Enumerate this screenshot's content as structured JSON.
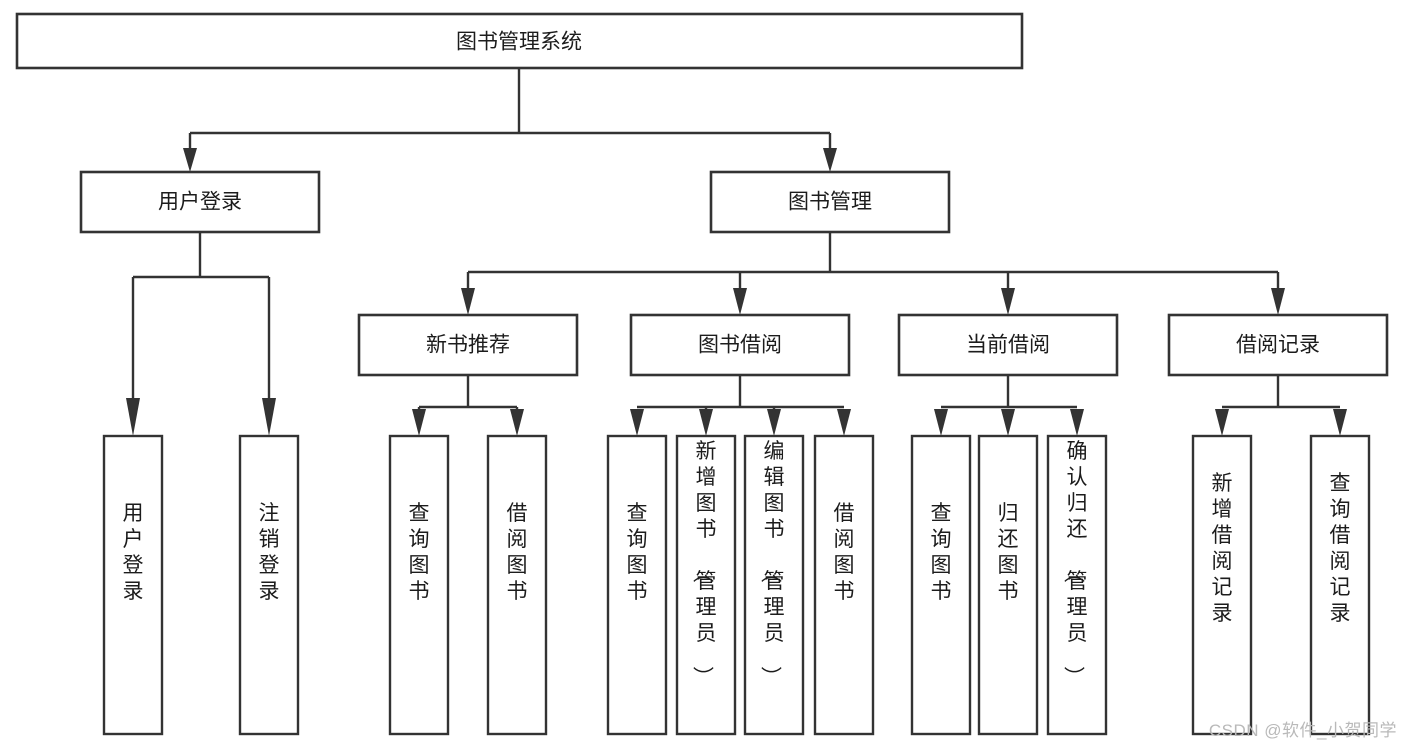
{
  "diagram": {
    "type": "tree",
    "title": "图书管理系统",
    "orientation": "top-down",
    "watermark": "CSDN @软件_小贺同学",
    "nodes": {
      "root": {
        "label": "图书管理系统",
        "level": 0
      },
      "l1_user_login": {
        "label": "用户登录",
        "level": 1
      },
      "l1_book_mgmt": {
        "label": "图书管理",
        "level": 1
      },
      "l2_new_book_rec": {
        "label": "新书推荐",
        "level": 2
      },
      "l2_book_borrow": {
        "label": "图书借阅",
        "level": 2
      },
      "l2_current_borrow": {
        "label": "当前借阅",
        "level": 2
      },
      "l2_borrow_record": {
        "label": "借阅记录",
        "level": 2
      },
      "l3_user_login": {
        "label": "用户登录",
        "level": 3,
        "orientation": "vertical"
      },
      "l3_logout": {
        "label": "注销登录",
        "level": 3,
        "orientation": "vertical"
      },
      "l3_query_book_a": {
        "label": "查询图书",
        "level": 3,
        "orientation": "vertical"
      },
      "l3_borrow_book_a": {
        "label": "借阅图书",
        "level": 3,
        "orientation": "vertical"
      },
      "l3_query_book_b": {
        "label": "查询图书",
        "level": 3,
        "orientation": "vertical"
      },
      "l3_add_book": {
        "label": "新增图书（管理员）",
        "level": 3,
        "orientation": "vertical"
      },
      "l3_edit_book": {
        "label": "编辑图书（管理员）",
        "level": 3,
        "orientation": "vertical"
      },
      "l3_borrow_book_b": {
        "label": "借阅图书",
        "level": 3,
        "orientation": "vertical"
      },
      "l3_query_book_c": {
        "label": "查询图书",
        "level": 3,
        "orientation": "vertical"
      },
      "l3_return_book": {
        "label": "归还图书",
        "level": 3,
        "orientation": "vertical"
      },
      "l3_confirm_return": {
        "label": "确认归还（管理员）",
        "level": 3,
        "orientation": "vertical"
      },
      "l3_add_record": {
        "label": "新增借阅记录",
        "level": 3,
        "orientation": "vertical"
      },
      "l3_query_record": {
        "label": "查询借阅记录",
        "level": 3,
        "orientation": "vertical"
      }
    },
    "edges": [
      {
        "from": "root",
        "to": "l1_user_login"
      },
      {
        "from": "root",
        "to": "l1_book_mgmt"
      },
      {
        "from": "l1_user_login",
        "to": "l3_user_login"
      },
      {
        "from": "l1_user_login",
        "to": "l3_logout"
      },
      {
        "from": "l1_book_mgmt",
        "to": "l2_new_book_rec"
      },
      {
        "from": "l1_book_mgmt",
        "to": "l2_book_borrow"
      },
      {
        "from": "l1_book_mgmt",
        "to": "l2_current_borrow"
      },
      {
        "from": "l1_book_mgmt",
        "to": "l2_borrow_record"
      },
      {
        "from": "l2_new_book_rec",
        "to": "l3_query_book_a"
      },
      {
        "from": "l2_new_book_rec",
        "to": "l3_borrow_book_a"
      },
      {
        "from": "l2_book_borrow",
        "to": "l3_query_book_b"
      },
      {
        "from": "l2_book_borrow",
        "to": "l3_add_book"
      },
      {
        "from": "l2_book_borrow",
        "to": "l3_edit_book"
      },
      {
        "from": "l2_book_borrow",
        "to": "l3_borrow_book_b"
      },
      {
        "from": "l2_current_borrow",
        "to": "l3_query_book_c"
      },
      {
        "from": "l2_current_borrow",
        "to": "l3_return_book"
      },
      {
        "from": "l2_current_borrow",
        "to": "l3_confirm_return"
      },
      {
        "from": "l2_borrow_record",
        "to": "l3_add_record"
      },
      {
        "from": "l2_borrow_record",
        "to": "l3_query_record"
      }
    ],
    "colors": {
      "box_fill": "#ffffff",
      "box_stroke": "#333333",
      "text": "#1c1c1c",
      "background": "#ffffff",
      "watermark": "#b9b9b9"
    }
  }
}
